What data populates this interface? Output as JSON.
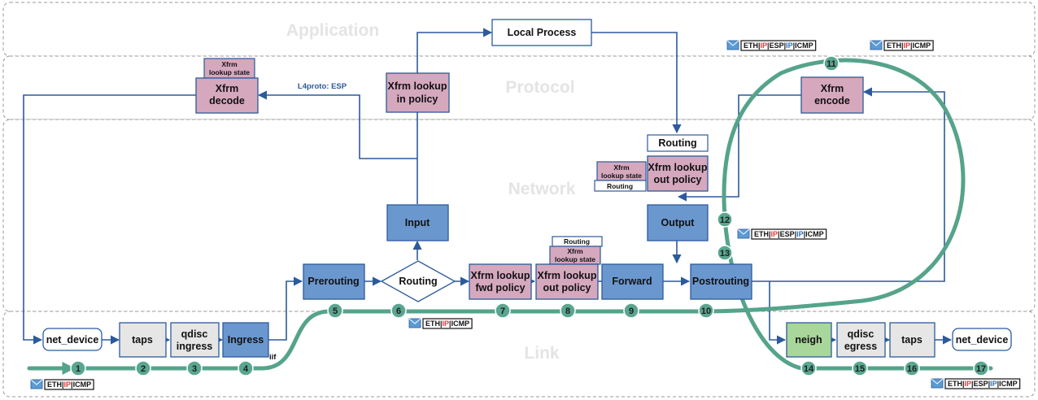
{
  "layers": [
    {
      "id": "app",
      "label": "Application"
    },
    {
      "id": "proto",
      "label": "Protocol"
    },
    {
      "id": "net",
      "label": "Network"
    },
    {
      "id": "link",
      "label": "Link"
    }
  ],
  "colors": {
    "blue_fill": "#6b97cf",
    "blue_stroke": "#2c5a9b",
    "pink_fill": "#d5a8be",
    "gray_fill": "#e6e6e6",
    "green_fill": "#a9d69a",
    "path_green": "#55a38b",
    "ip_red": "#e23b3b",
    "ip_blue": "#2d6fb8"
  },
  "boxes": {
    "local_process": [
      "Local Process"
    ],
    "xfrm_decode_state": [
      "Xfrm",
      "lookup state"
    ],
    "xfrm_decode": [
      "Xfrm",
      "decode"
    ],
    "xfrm_lookup_in": [
      "Xfrm lookup",
      "in policy"
    ],
    "xfrm_encode": [
      "Xfrm",
      "encode"
    ],
    "routing_out": [
      "Routing"
    ],
    "xfrm_state_out": [
      "Xfrm",
      "lookup state"
    ],
    "routing_small_out": [
      "Routing"
    ],
    "xfrm_lookup_out_top": [
      "Xfrm lookup",
      "out policy"
    ],
    "input": [
      "Input"
    ],
    "output": [
      "Output"
    ],
    "routing_small_fwd": [
      "Routing"
    ],
    "xfrm_state_fwd": [
      "Xfrm",
      "lookup state"
    ],
    "prerouting": [
      "Prerouting"
    ],
    "routing_diamond": [
      "Routing"
    ],
    "xfrm_lookup_fwd": [
      "Xfrm lookup",
      "fwd policy"
    ],
    "xfrm_lookup_out_mid": [
      "Xfrm lookup",
      "out policy"
    ],
    "forward": [
      "Forward"
    ],
    "postrouting": [
      "Postrouting"
    ],
    "net_device_in": [
      "net_device"
    ],
    "taps_in": [
      "taps"
    ],
    "qdisc_ingress": [
      "qdisc",
      "ingress"
    ],
    "ingress": [
      "Ingress"
    ],
    "neigh": [
      "neigh"
    ],
    "qdisc_egress": [
      "qdisc",
      "egress"
    ],
    "taps_out": [
      "taps"
    ],
    "net_device_out": [
      "net_device"
    ]
  },
  "labels": {
    "l4proto": "L4proto: ESP",
    "iif": "iif"
  },
  "steps": [
    "1",
    "2",
    "3",
    "4",
    "5",
    "6",
    "7",
    "8",
    "9",
    "10",
    "11",
    "12",
    "13",
    "14",
    "15",
    "16",
    "17"
  ],
  "packets": {
    "top_a": [
      "ETH",
      "IP",
      "ESP",
      "IP",
      "ICMP"
    ],
    "top_b": [
      "ETH",
      "IP",
      "ICMP"
    ],
    "mid": [
      "ETH",
      "IP",
      "ESP",
      "IP",
      "ICMP"
    ],
    "link": [
      "ETH",
      "IP",
      "ICMP"
    ],
    "bottom_left": [
      "ETH",
      "IP",
      "ICMP"
    ],
    "bottom_right": [
      "ETH",
      "IP",
      "ESP",
      "IP",
      "ICMP"
    ]
  }
}
